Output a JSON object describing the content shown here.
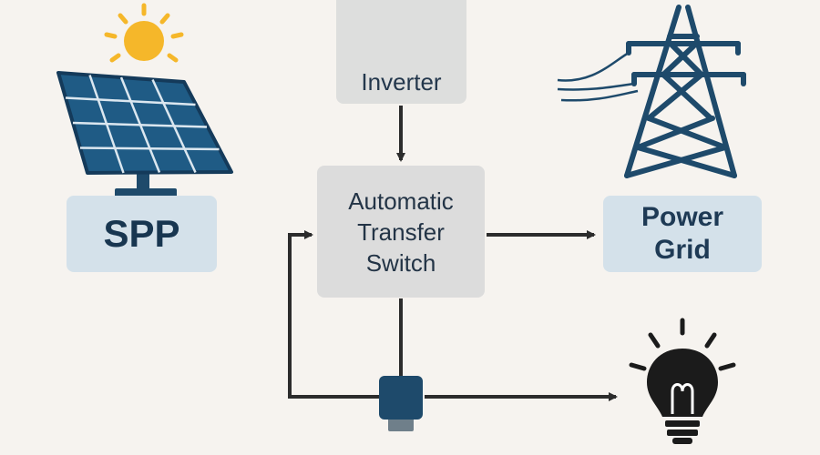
{
  "spp": {
    "label": "SPP"
  },
  "inverter": {
    "label": "Inverter"
  },
  "ats": {
    "lines": [
      "Automatic",
      "Transfer",
      "Switch"
    ]
  },
  "grid": {
    "lines": [
      "Power",
      "Grid"
    ]
  },
  "icons": {
    "sun": "sun-icon",
    "solar_panel": "solar-panel-icon",
    "sine_wave": "sine-wave-icon",
    "transmission_tower": "transmission-tower-icon",
    "meter": "meter-icon",
    "light_bulb": "light-bulb-icon"
  },
  "colors": {
    "background": "#f6f3ef",
    "accent_blue": "#1e4a6b",
    "sun_yellow": "#f5b72a",
    "arrow": "#2c2c2c",
    "box_blue": "#d4e1ea",
    "box_gray": "#dcdcdc"
  }
}
